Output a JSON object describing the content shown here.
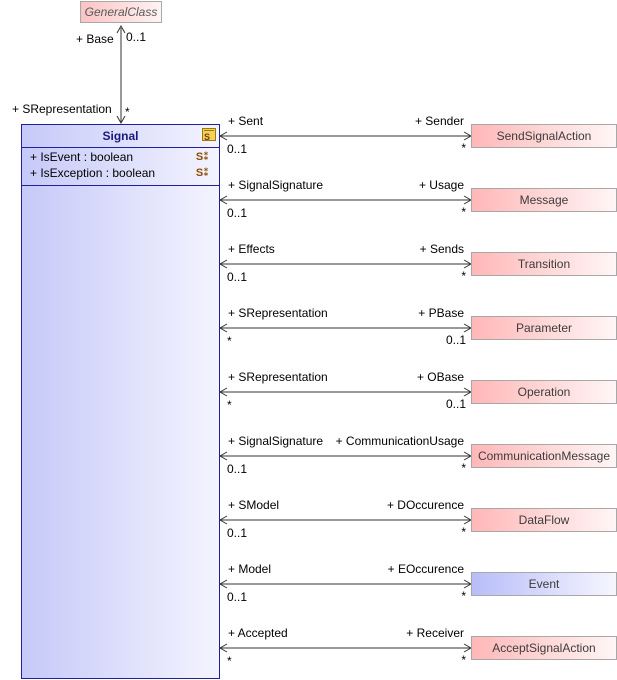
{
  "general_class": {
    "name": "GeneralClass"
  },
  "base_assoc": {
    "base_label": "+ Base",
    "base_mult": "0..1",
    "srep_label": "+ SRepresentation",
    "srep_mult": "*"
  },
  "signal": {
    "name": "Signal",
    "attributes": [
      "+ IsEvent : boolean",
      "+ IsException : boolean"
    ],
    "icon": "stereotype-icon"
  },
  "associations": [
    {
      "target": "SendSignalAction",
      "left_role": "+ Sent",
      "left_mult": "0..1",
      "right_role": "+ Sender",
      "right_mult": "*",
      "style": "red"
    },
    {
      "target": "Message",
      "left_role": "+ SignalSignature",
      "left_mult": "0..1",
      "right_role": "+ Usage",
      "right_mult": "*",
      "style": "red"
    },
    {
      "target": "Transition",
      "left_role": "+ Effects",
      "left_mult": "0..1",
      "right_role": "+ Sends",
      "right_mult": "*",
      "style": "red"
    },
    {
      "target": "Parameter",
      "left_role": "+ SRepresentation",
      "left_mult": "*",
      "right_role": "+ PBase",
      "right_mult": "0..1",
      "style": "red"
    },
    {
      "target": "Operation",
      "left_role": "+ SRepresentation",
      "left_mult": "*",
      "right_role": "+ OBase",
      "right_mult": "0..1",
      "style": "red"
    },
    {
      "target": "CommunicationMessage",
      "left_role": "+ SignalSignature",
      "left_mult": "0..1",
      "right_role": "+ CommunicationUsage",
      "right_mult": "*",
      "style": "red"
    },
    {
      "target": "DataFlow",
      "left_role": "+ SModel",
      "left_mult": "0..1",
      "right_role": "+ DOccurence",
      "right_mult": "*",
      "style": "red"
    },
    {
      "target": "Event",
      "left_role": "+ Model",
      "left_mult": "0..1",
      "right_role": "+ EOccurence",
      "right_mult": "*",
      "style": "blue"
    },
    {
      "target": "AcceptSignalAction",
      "left_role": "+ Accepted",
      "left_mult": "*",
      "right_role": "+ Receiver",
      "right_mult": "*",
      "style": "red"
    }
  ]
}
